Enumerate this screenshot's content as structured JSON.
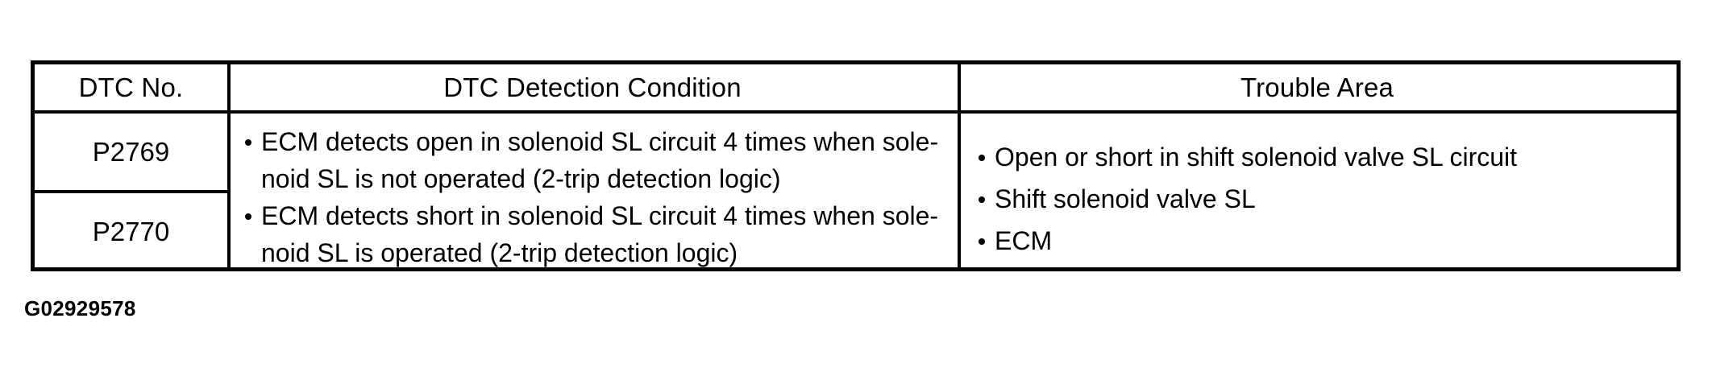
{
  "figure": {
    "caption": "G02929578"
  },
  "table": {
    "headers": {
      "dtc_no": "DTC No.",
      "detection_condition": "DTC Detection Condition",
      "trouble_area": "Trouble Area"
    },
    "dtc_numbers": [
      "P2769",
      "P2770"
    ],
    "detection_conditions": [
      {
        "full_text": "ECM detects open in solenoid SL circuit 4 times when solenoid SL is not operated (2-trip detection logic)",
        "lines": [
          "ECM detects open in solenoid SL circuit 4 times when sole-",
          "noid SL is not operated (2-trip detection logic)"
        ]
      },
      {
        "full_text": "ECM detects short in solenoid SL circuit 4 times when solenoid SL is operated (2-trip detection logic)",
        "lines": [
          "ECM detects short in solenoid SL circuit 4 times when sole-",
          "noid SL is operated (2-trip detection logic)"
        ]
      }
    ],
    "trouble_areas": [
      "Open or short in shift solenoid valve SL circuit",
      "Shift solenoid valve SL",
      "ECM"
    ]
  },
  "colors": {
    "border": "#000000",
    "text": "#000000",
    "background": "#ffffff"
  }
}
